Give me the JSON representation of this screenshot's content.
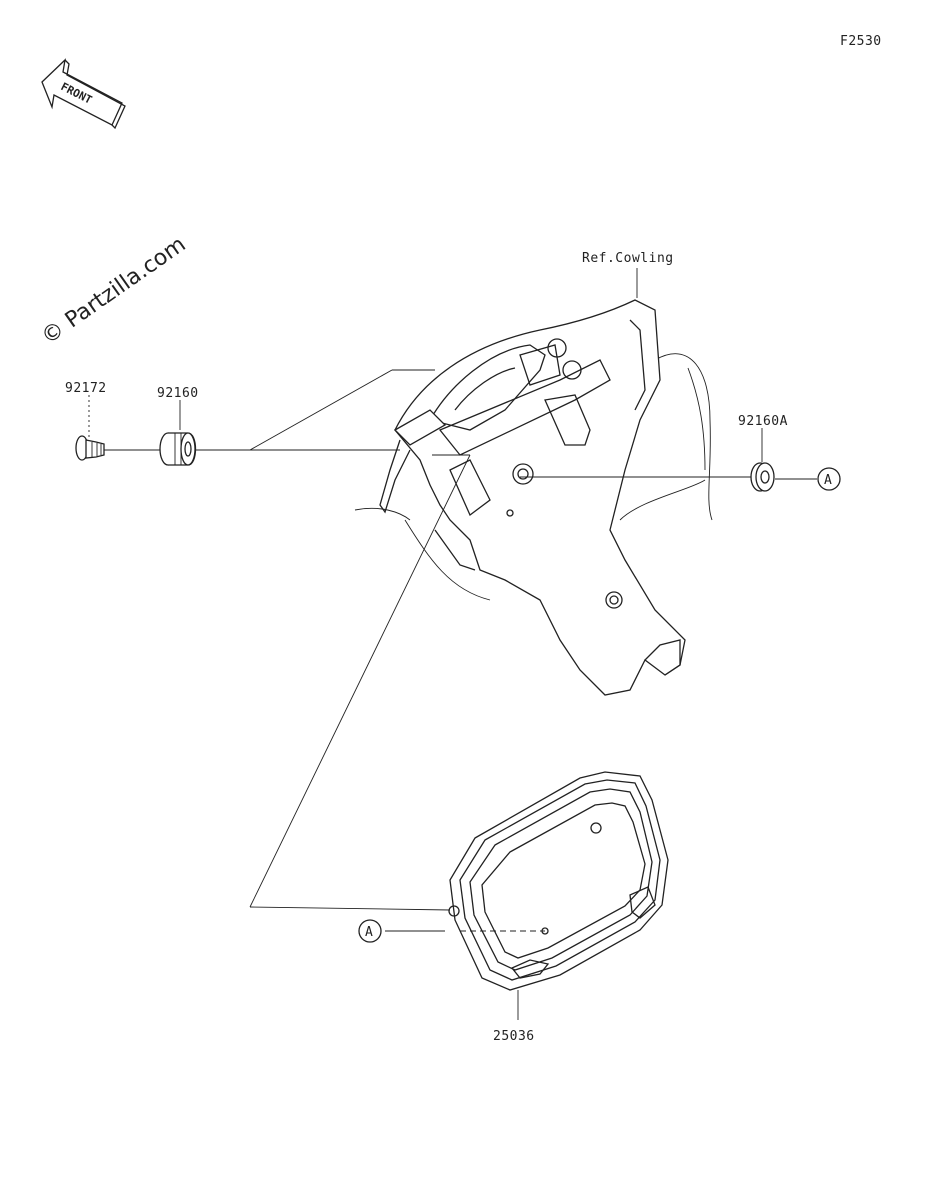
{
  "diagram": {
    "figure_code": "F2530",
    "front_arrow_label": "FRONT",
    "watermark": "© Partzilla.com",
    "ref_label": "Ref.Cowling",
    "parts": {
      "screw": "92172",
      "damper": "92160",
      "damper_a": "92160A",
      "meter_cover": "25036"
    },
    "callout_a_top": "A",
    "callout_a_bottom": "A"
  }
}
